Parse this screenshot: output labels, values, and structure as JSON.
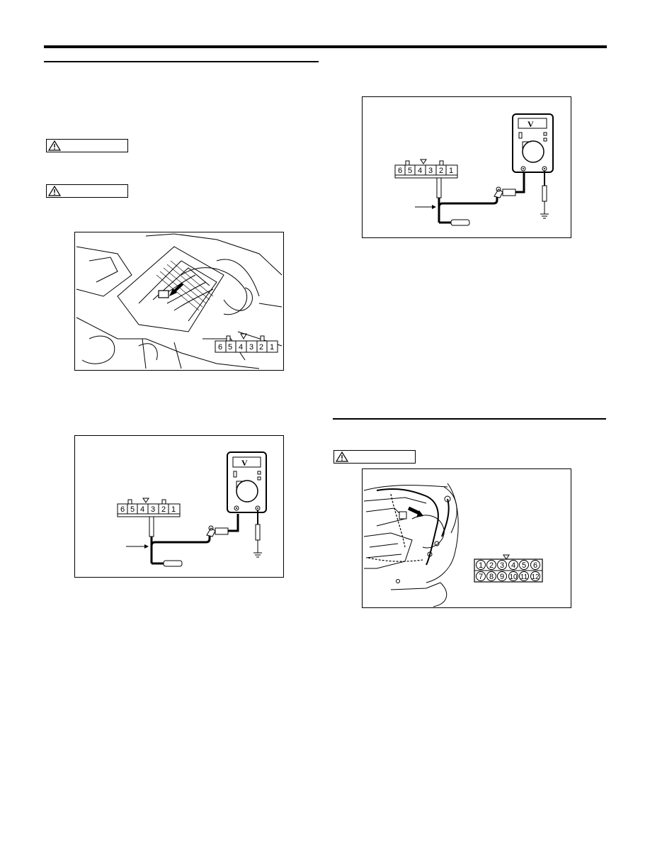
{
  "page": {
    "sections": {
      "left": {
        "has_heading_rule": true
      },
      "right_lower": {
        "has_heading_rule": true
      }
    }
  },
  "warnings": {
    "icon": "warning-triangle-icon",
    "count_left": 2,
    "count_right": 1
  },
  "figures": {
    "connector_view": {
      "pins": [
        "6",
        "5",
        "4",
        "3",
        "2",
        "1"
      ]
    },
    "voltage_test_pin3": {
      "meter_symbol": "V",
      "pins": [
        "6",
        "5",
        "4",
        "3",
        "2",
        "1"
      ],
      "probe_pin": "3"
    },
    "voltage_test_pin2": {
      "meter_symbol": "V",
      "pins": [
        "6",
        "5",
        "4",
        "3",
        "2",
        "1"
      ],
      "probe_pin": "2"
    },
    "engine_connector": {
      "pins_top": [
        "1",
        "2",
        "3",
        "4",
        "5",
        "6"
      ],
      "pins_bottom": [
        "7",
        "8",
        "9",
        "10",
        "11",
        "12"
      ]
    }
  },
  "colors": {
    "ink": "#000000",
    "paper": "#ffffff"
  }
}
